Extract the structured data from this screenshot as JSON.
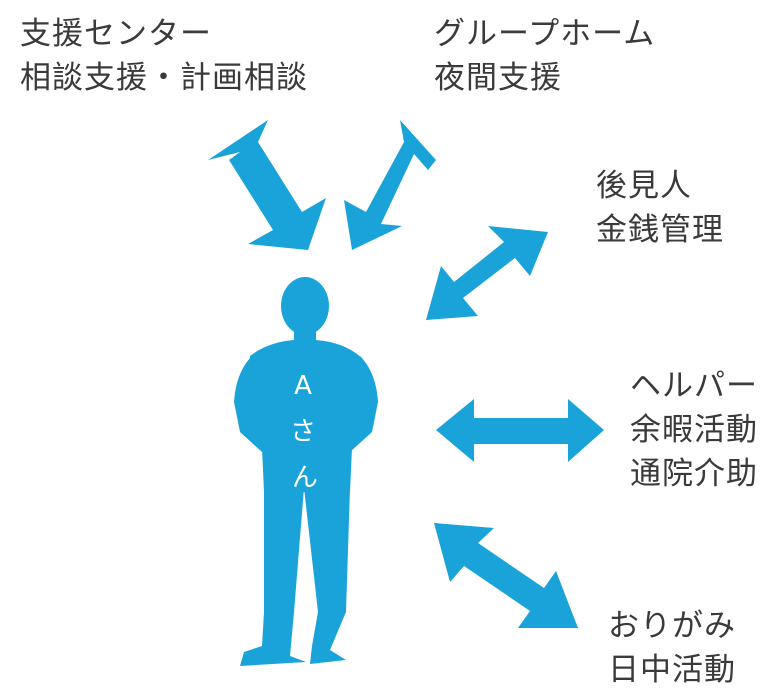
{
  "colors": {
    "accent": "#1aa3d9",
    "text": "#3a3a3a",
    "background": "#ffffff"
  },
  "center": {
    "icon": "person-silhouette-icon",
    "label_lines": [
      "A",
      "さ",
      "ん"
    ]
  },
  "nodes": [
    {
      "id": "support-center",
      "lines": [
        "支援センター",
        "相談支援・計画相談"
      ]
    },
    {
      "id": "group-home",
      "lines": [
        "グループホーム",
        "夜間支援"
      ]
    },
    {
      "id": "guardian",
      "lines": [
        "後見人",
        "金銭管理"
      ]
    },
    {
      "id": "helper",
      "lines": [
        "ヘルパー",
        "余暇活動",
        "通院介助"
      ]
    },
    {
      "id": "origami",
      "lines": [
        "おりがみ",
        "日中活動"
      ]
    }
  ]
}
